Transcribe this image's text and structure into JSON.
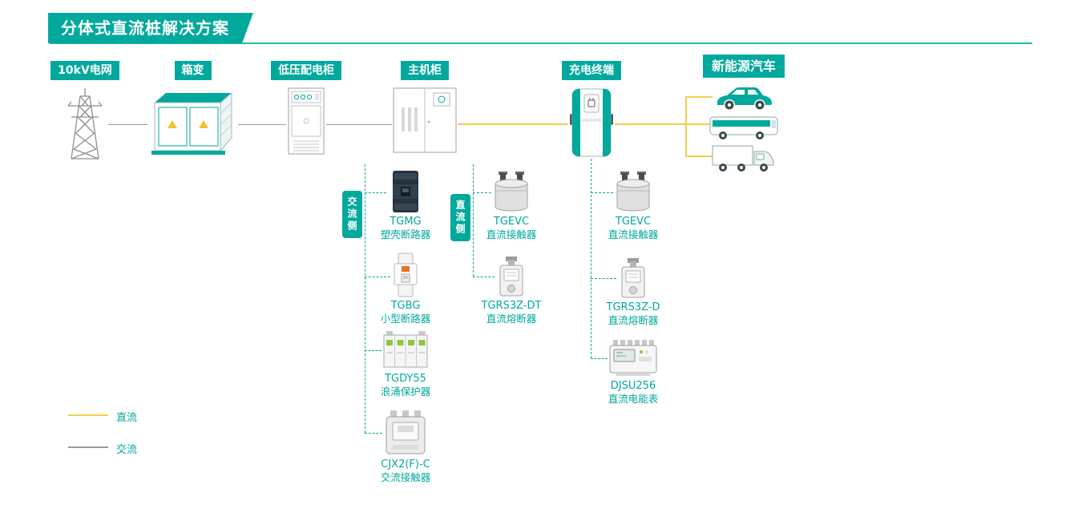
{
  "title": "分体式直流桩解决方案",
  "stations": [
    {
      "label": "10kV电网",
      "icon": "transmission-tower-icon"
    },
    {
      "label": "箱变",
      "icon": "box-transformer-icon"
    },
    {
      "label": "低压配电柜",
      "icon": "lv-distribution-cabinet-icon"
    },
    {
      "label": "主机柜",
      "icon": "main-cabinet-icon"
    },
    {
      "label": "充电终端",
      "icon": "charging-terminal-icon"
    },
    {
      "label": "新能源汽车",
      "icon": "ev-vehicles-icon"
    }
  ],
  "ac_side": {
    "label": "交流侧",
    "items": [
      {
        "model": "TGMG",
        "name": "塑壳断路器"
      },
      {
        "model": "TGBG",
        "name": "小型断路器"
      },
      {
        "model": "TGDY55",
        "name": "浪涌保护器"
      },
      {
        "model": "CJX2(F)-C",
        "name": "交流接触器"
      }
    ]
  },
  "dc_side": {
    "label": "直流侧",
    "items": [
      {
        "model": "TGEVC",
        "name": "直流接触器"
      },
      {
        "model": "TGRS3Z-DT",
        "name": "直流熔断器"
      }
    ]
  },
  "terminal_side": {
    "items": [
      {
        "model": "TGEVC",
        "name": "直流接触器"
      },
      {
        "model": "TGRS3Z-D",
        "name": "直流熔断器"
      },
      {
        "model": "DJSU256",
        "name": "直流电能表"
      }
    ]
  },
  "legend": {
    "dc": {
      "label": "直流",
      "color": "#F3CD4F"
    },
    "ac": {
      "label": "交流",
      "color": "#9A9A9A"
    }
  },
  "colors": {
    "accent": "#00A99C",
    "dc_line": "#F3CD4F",
    "ac_line": "#9A9A9A"
  }
}
